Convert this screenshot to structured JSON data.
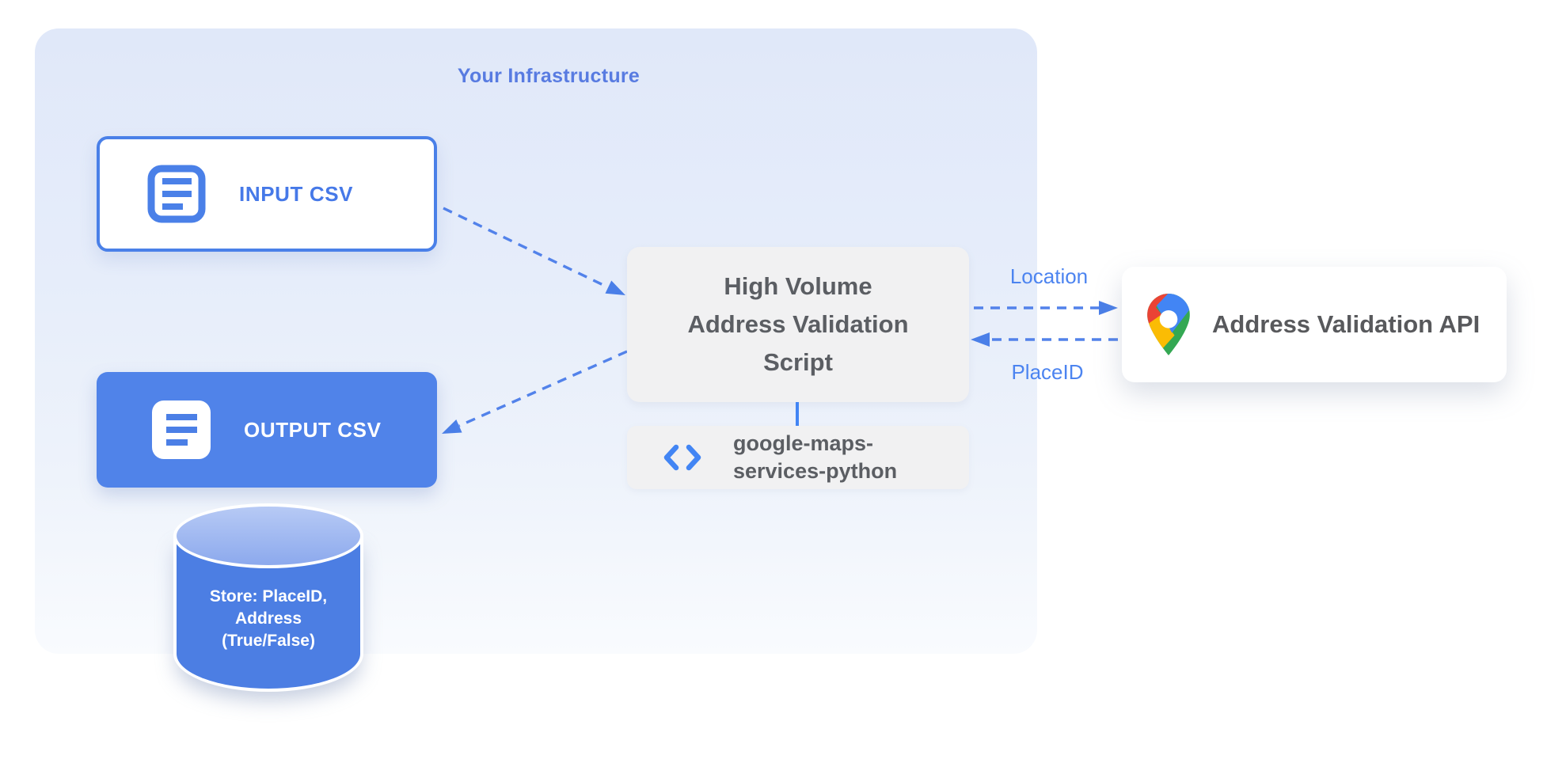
{
  "infrastructure": {
    "title": "Your Infrastructure"
  },
  "nodes": {
    "input_csv": {
      "label": "INPUT CSV"
    },
    "output_csv": {
      "label": "OUTPUT CSV"
    },
    "datastore": {
      "lines": [
        "Store: PlaceID,",
        "Address",
        "(True/False)"
      ]
    },
    "script": {
      "lines": [
        "High Volume",
        "Address Validation",
        "Script"
      ]
    },
    "library": {
      "lines": [
        "google-maps-",
        "services-python"
      ]
    },
    "api": {
      "label": "Address Validation API"
    }
  },
  "edges": {
    "location_label": "Location",
    "placeid_label": "PlaceID"
  },
  "icons": {
    "input_csv": "document-icon",
    "output_csv": "document-icon",
    "library": "code-icon",
    "api": "google-maps-pin-icon"
  },
  "colors": {
    "accent_blue": "#4A80E8",
    "arrow_blue": "#5282EA",
    "edge_label_blue": "#4C84F0",
    "title_blue": "#587BE1",
    "container_bg": "#E3EAF9",
    "box_gray": "#F1F1F2",
    "text_gray": "#5B5E63",
    "output_fill": "#5083E9",
    "cylinder_fill": "#4C7EE3",
    "cylinder_top": "#9FB6F0",
    "connector_blue": "#4285F4",
    "pin_red": "#EA4335",
    "pin_blue": "#4285F4",
    "pin_yellow": "#FBBC04",
    "pin_green": "#34A853"
  }
}
